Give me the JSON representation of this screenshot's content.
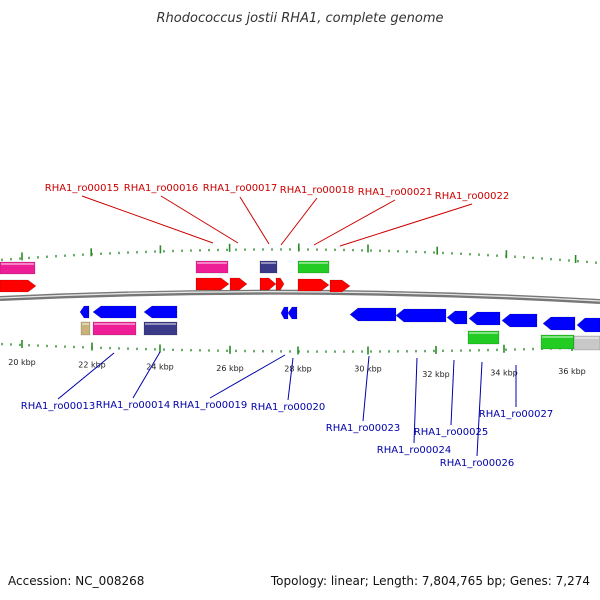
{
  "title": "Rhodococcus jostii RHA1, complete genome",
  "footer": {
    "accession": "Accession: NC_008268",
    "topology": "Topology: linear; Length: 7,804,765 bp; Genes: 7,274"
  },
  "colors": {
    "forward_label": "#cc0000",
    "reverse_label": "#0000aa",
    "tick": "#2a8a2a",
    "red_cds": "#ff0000",
    "blue_cds": "#0000ff",
    "pink_feature": "#ee1e96",
    "purple_feature": "#3a3a88",
    "green_feature": "#22cc22",
    "tan_feature": "#c8b27a",
    "grey_feature": "#c8c8c8",
    "backbone": "#777777"
  },
  "scale": {
    "ticks": [
      {
        "label": "20 kbp",
        "kbp": 20
      },
      {
        "label": "22 kbp",
        "kbp": 22
      },
      {
        "label": "24 kbp",
        "kbp": 24
      },
      {
        "label": "26 kbp",
        "kbp": 26
      },
      {
        "label": "28 kbp",
        "kbp": 28
      },
      {
        "label": "30 kbp",
        "kbp": 30
      },
      {
        "label": "32 kbp",
        "kbp": 32
      },
      {
        "label": "34 kbp",
        "kbp": 34
      },
      {
        "label": "36 kbp",
        "kbp": 36
      }
    ]
  },
  "genes_forward": [
    {
      "label": "RHA1_ro00015"
    },
    {
      "label": "RHA1_ro00016"
    },
    {
      "label": "RHA1_ro00017"
    },
    {
      "label": "RHA1_ro00018"
    },
    {
      "label": "RHA1_ro00021"
    },
    {
      "label": "RHA1_ro00022"
    }
  ],
  "genes_reverse": [
    {
      "label": "RHA1_ro00013"
    },
    {
      "label": "RHA1_ro00014"
    },
    {
      "label": "RHA1_ro00019"
    },
    {
      "label": "RHA1_ro00020"
    },
    {
      "label": "RHA1_ro00023"
    },
    {
      "label": "RHA1_ro00024"
    },
    {
      "label": "RHA1_ro00025"
    },
    {
      "label": "RHA1_ro00026"
    },
    {
      "label": "RHA1_ro00027"
    }
  ]
}
